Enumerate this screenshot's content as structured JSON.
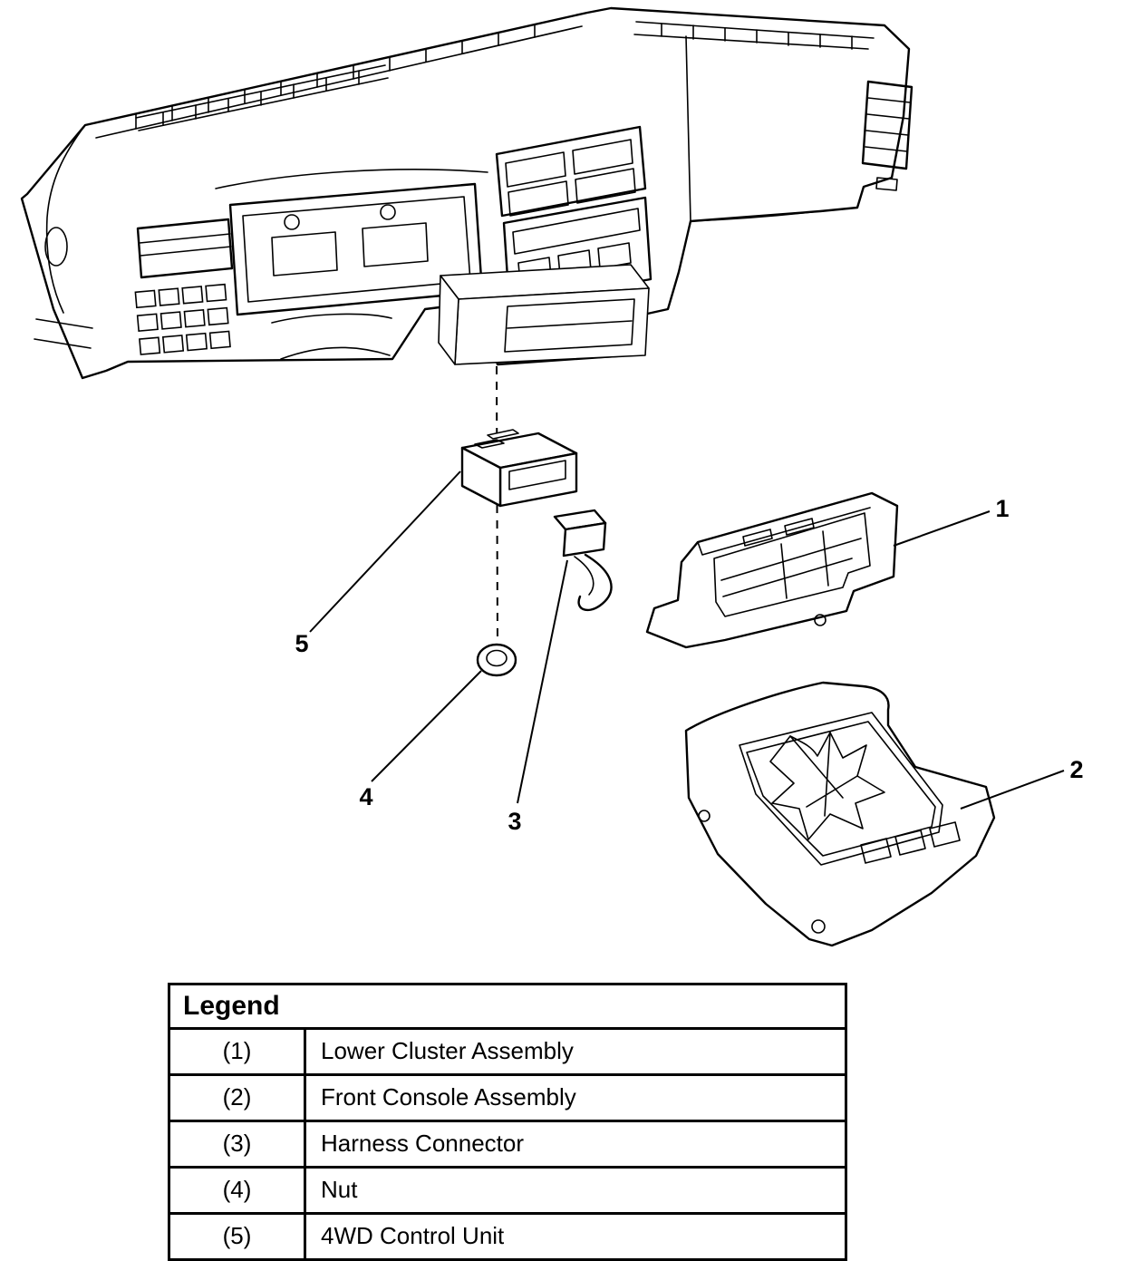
{
  "page": {
    "background": "#ffffff",
    "ink": "#000000"
  },
  "diagram": {
    "callouts": [
      {
        "num": "1"
      },
      {
        "num": "2"
      },
      {
        "num": "3"
      },
      {
        "num": "4"
      },
      {
        "num": "5"
      }
    ]
  },
  "legend": {
    "title": "Legend",
    "rows": [
      {
        "num": "(1)",
        "label": "Lower Cluster Assembly"
      },
      {
        "num": "(2)",
        "label": "Front Console Assembly"
      },
      {
        "num": "(3)",
        "label": "Harness Connector"
      },
      {
        "num": "(4)",
        "label": "Nut"
      },
      {
        "num": "(5)",
        "label": "4WD Control Unit"
      }
    ]
  }
}
